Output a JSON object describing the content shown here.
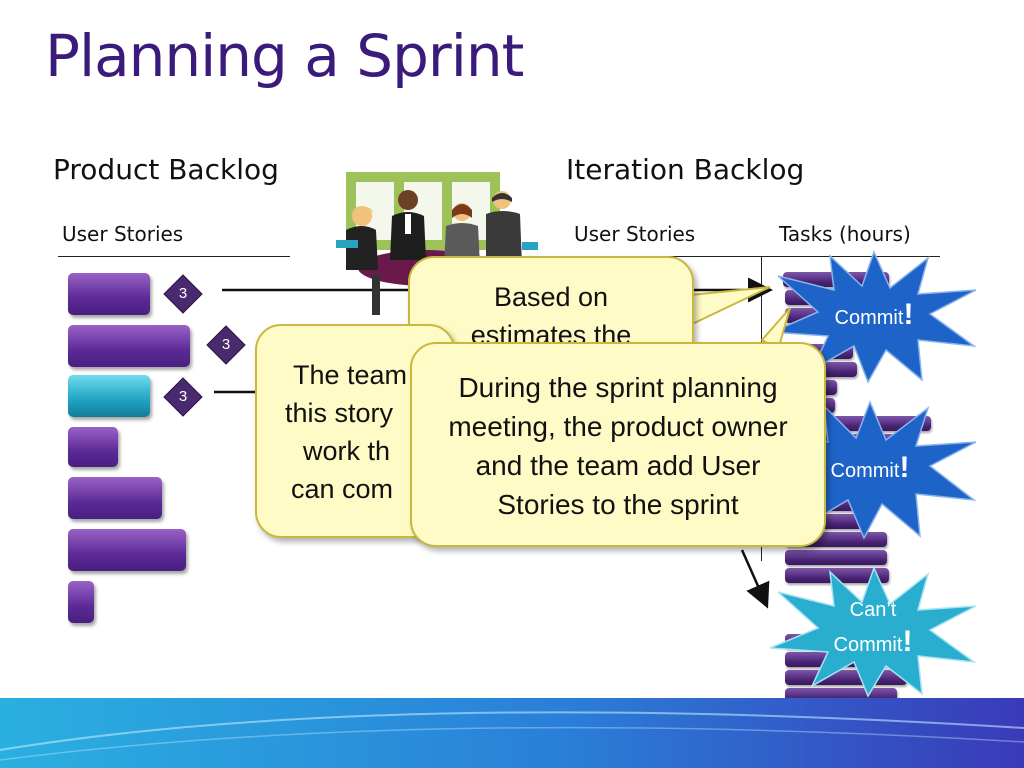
{
  "slide": {
    "title": "Planning a Sprint",
    "product_backlog": {
      "heading": "Product Backlog",
      "column_label": "User Stories",
      "estimates": [
        "3",
        "3",
        "3"
      ]
    },
    "iteration_backlog": {
      "heading": "Iteration Backlog",
      "stories_label": "User Stories",
      "tasks_label": "Tasks (hours)"
    },
    "bursts": [
      {
        "word": "Commit",
        "mark": "!",
        "color": "#1e64c8"
      },
      {
        "word": "Commit",
        "mark": "!",
        "color": "#1e64c8"
      },
      {
        "line1": "Can’t",
        "word": "Commit",
        "mark": "!",
        "color": "#2aaed0"
      }
    ],
    "callouts": {
      "back": {
        "line1": "Based on",
        "line2": "estimates the"
      },
      "middle": {
        "line1": "The team",
        "line2": "this story",
        "line3": "work th",
        "line4": "can com"
      },
      "front": {
        "text": "During the sprint planning meeting, the product owner and the team add User Stories to the sprint"
      }
    },
    "colors": {
      "title": "#3a1a7a",
      "story_bar": "#6a35a4",
      "selected_story": "#2ab3cf",
      "callout_fill": "#fffbc6",
      "band": "#2a9fd8"
    }
  }
}
